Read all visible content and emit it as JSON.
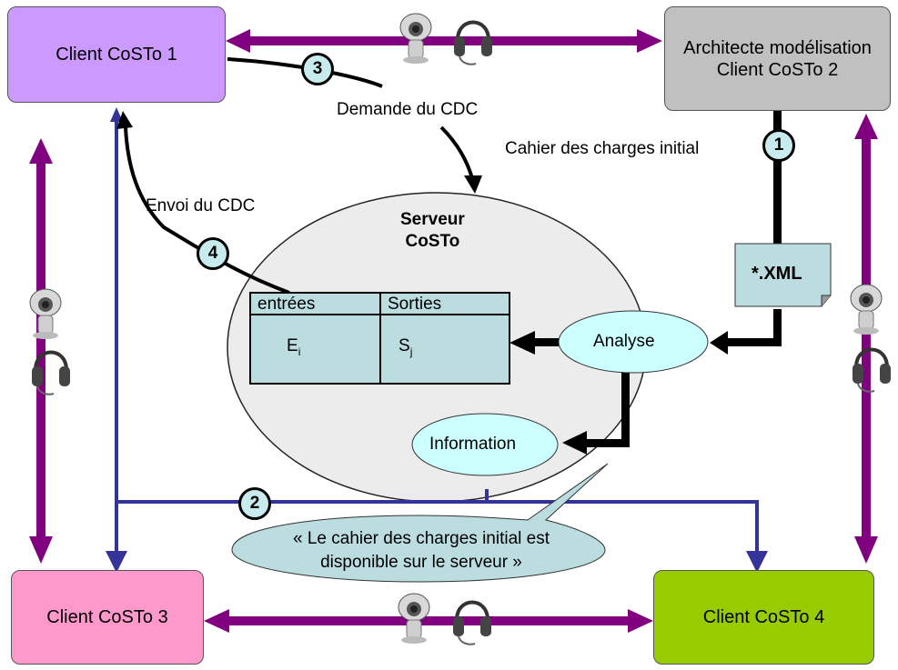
{
  "clients": {
    "c1": "Client CoSTo 1",
    "c2_line1": "Architecte modélisation",
    "c2_line2": "Client CoSTo 2",
    "c3": "Client CoSTo 3",
    "c4": "Client CoSTo 4"
  },
  "colors": {
    "c1": "#cc99ff",
    "c2": "#c0c0c0",
    "c3": "#ff99cc",
    "c4": "#99cc00",
    "purple_arrow": "#800080",
    "blue_line": "#333399",
    "cyan": "#ccffff",
    "teal_fill": "#bbdde0",
    "server_fill": "#ececec"
  },
  "server": {
    "line1": "Serveur",
    "line2": "CoSTo"
  },
  "labels": {
    "demande": "Demande du CDC",
    "cahier": "Cahier des charges initial",
    "envoi": "Envoi du CDC",
    "xml": "*.XML",
    "analyse": "Analyse",
    "information": "Information",
    "callout_line1": "« Le cahier des charges initial est",
    "callout_line2": "disponible sur le serveur »"
  },
  "table": {
    "header_left": "entrées",
    "header_right": "Sorties",
    "cell_left": "E",
    "cell_left_sub": "i",
    "cell_right": "S",
    "cell_right_sub": "j"
  },
  "steps": [
    "1",
    "2",
    "3",
    "4"
  ],
  "icons": [
    "webcam-icon",
    "headset-icon"
  ]
}
